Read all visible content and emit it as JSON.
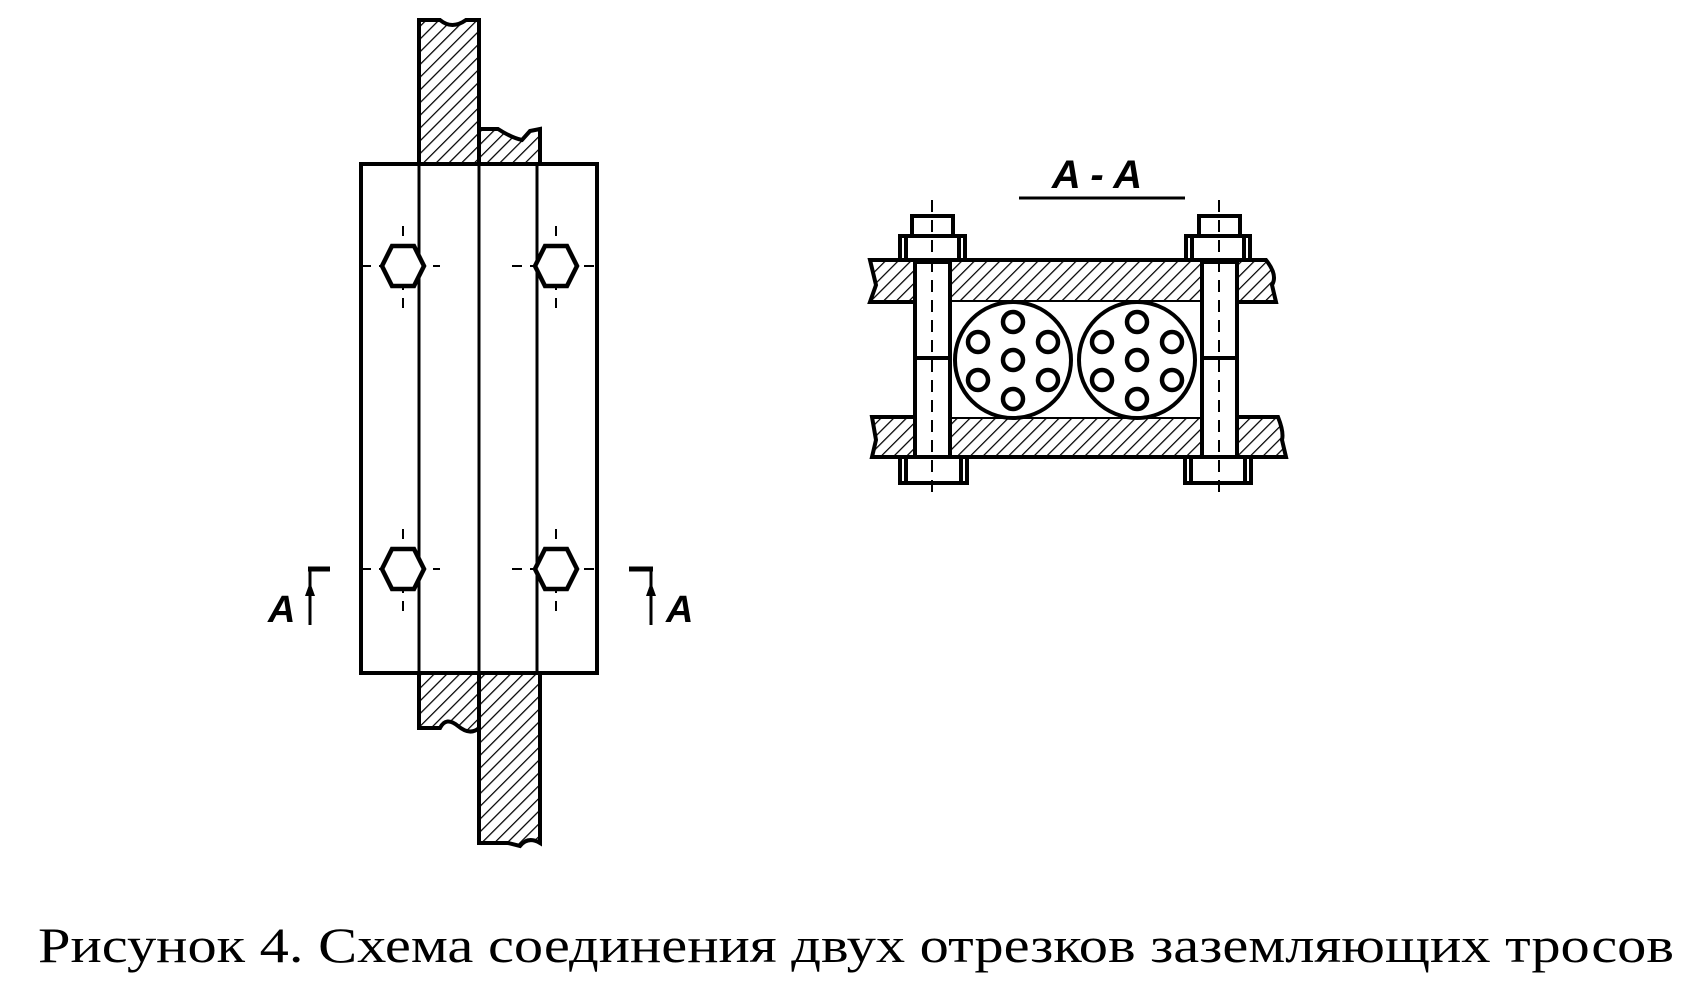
{
  "figure": {
    "caption": "Рисунок 4. Схема соединения двух отрезков заземляющих тросов",
    "section_label_left": "A",
    "section_label_right": "A",
    "section_title": "A - A",
    "line_color": "#000000",
    "background": "#ffffff"
  }
}
